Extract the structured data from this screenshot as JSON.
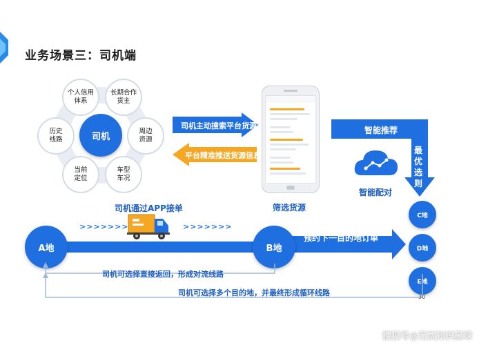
{
  "title": "业务场景三：司机端",
  "hub": {
    "center": "司机",
    "petals": [
      {
        "id": "credit",
        "line1": "个人信用",
        "line2": "体系"
      },
      {
        "id": "cargo-owner",
        "line1": "长期合作",
        "line2": "货主"
      },
      {
        "id": "nearby",
        "line1": "周边",
        "line2": "资源"
      },
      {
        "id": "vehicle",
        "line1": "车型",
        "line2": "车况"
      },
      {
        "id": "location",
        "line1": "当前",
        "line2": "定位"
      },
      {
        "id": "history",
        "line1": "历史",
        "line2": "线路"
      }
    ]
  },
  "arrows": {
    "search": "司机主动搜索平台货源",
    "push": "平台精准推送货源信息",
    "smart_recommend": "智能推荐",
    "best_pick": "最优选则"
  },
  "phone": {
    "caption": "筛选货源"
  },
  "smart_match": "智能配对",
  "truck_caption": "司机通过APP接单",
  "chevrons": ">>>>>>>",
  "route": {
    "a": "A地",
    "b": "B地",
    "next_order": "预约下一目的地订单",
    "return_text": "司机可选择直接返回，形成对流线路",
    "loop_text": "司机可选择多个目的地，并最终形成循环线路",
    "destinations": [
      "C地",
      "D地",
      "E地"
    ]
  },
  "page_number": "30",
  "watermark": "搜狐号@无忧知识星球",
  "colors": {
    "primary": "#1f6fe0",
    "accent_orange": "#f5a623",
    "text_blue": "#1f5fbf"
  }
}
